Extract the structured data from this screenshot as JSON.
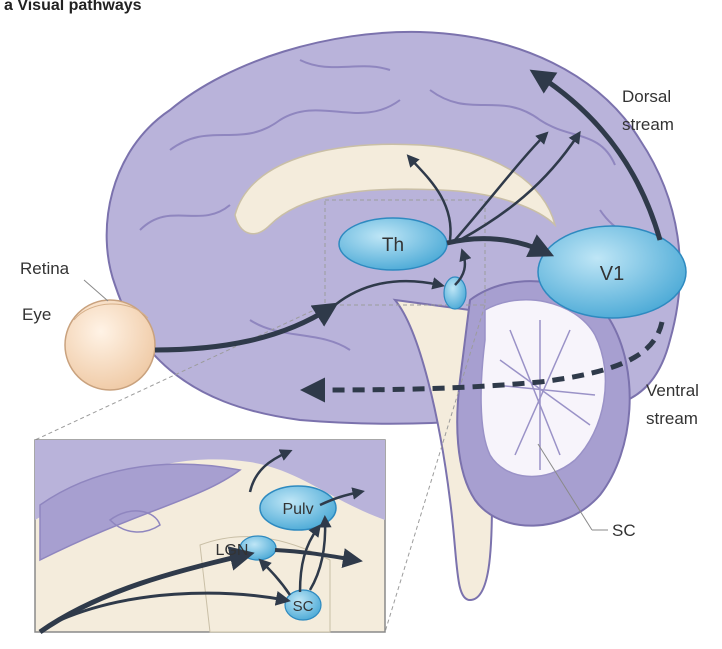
{
  "figure": {
    "title": "a Visual pathways",
    "labels": {
      "retina": "Retina",
      "eye": "Eye",
      "th": "Th",
      "v1": "V1",
      "dorsal_stream": "Dorsal stream",
      "dorsal_line1": "Dorsal",
      "dorsal_line2": "stream",
      "ventral_line1": "Ventral",
      "ventral_line2": "stream",
      "sc": "SC"
    },
    "inset_labels": {
      "pulv": "Pulv",
      "lgn": "LGN",
      "sc": "SC"
    },
    "colors": {
      "cortex": "#b9b3da",
      "cortex_dark": "#8f86bf",
      "white_matter": "#f4ecdc",
      "nucleus": "#6fc2e6",
      "arrow": "#2f3a4a",
      "eye": "#f7dcc0"
    }
  }
}
